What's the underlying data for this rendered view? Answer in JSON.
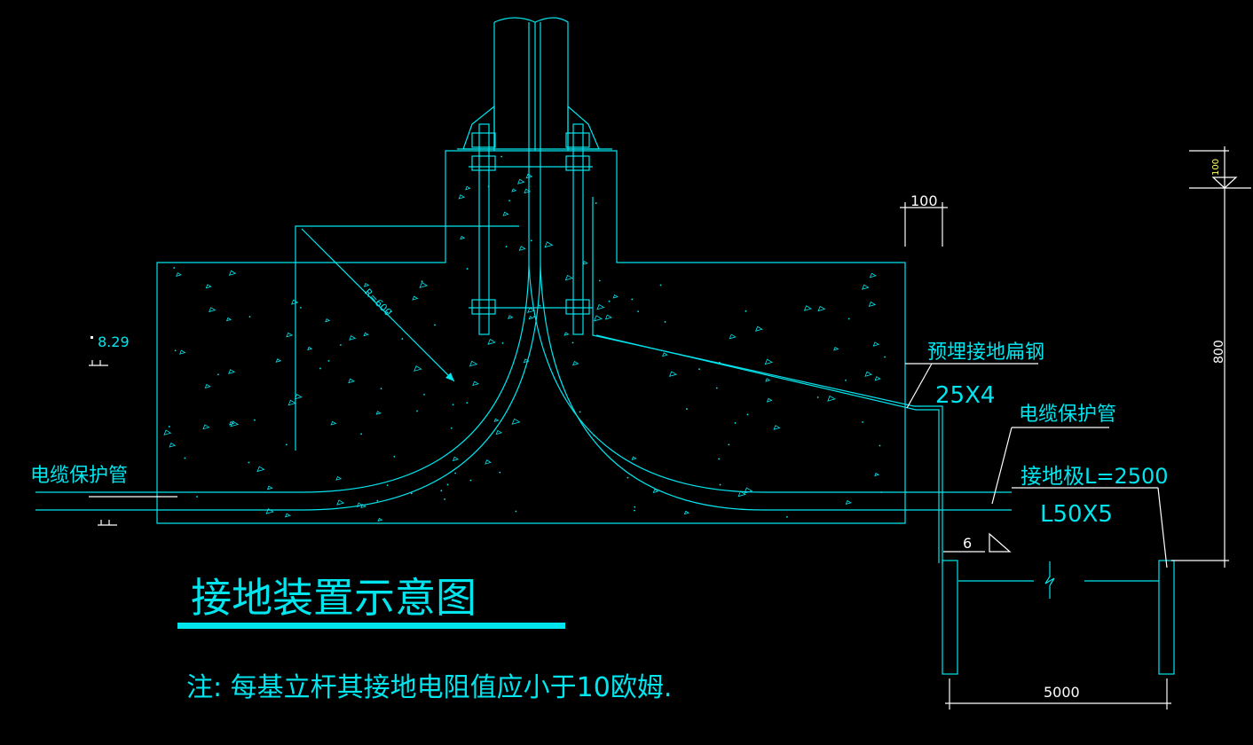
{
  "title": "接地装置示意图",
  "note": "注: 每基立杆其接地电阻值应小于10欧姆.",
  "labels": {
    "cable_left": "电缆保护管",
    "cable_right": "电缆保护管",
    "flat_steel": "预埋接地扁钢",
    "flat_steel_spec": "25X4",
    "electrode": "接地极L=2500",
    "electrode_spec": "L50X5",
    "radius": "R=600",
    "level_mark": "8.29",
    "weld_size": "6"
  },
  "dimensions": {
    "top_width": "100",
    "right_top": "100",
    "right_depth": "800",
    "bottom_span": "5000"
  },
  "colors": {
    "line": "#00e5ee",
    "dim": "#ffffff",
    "background": "#000000"
  }
}
